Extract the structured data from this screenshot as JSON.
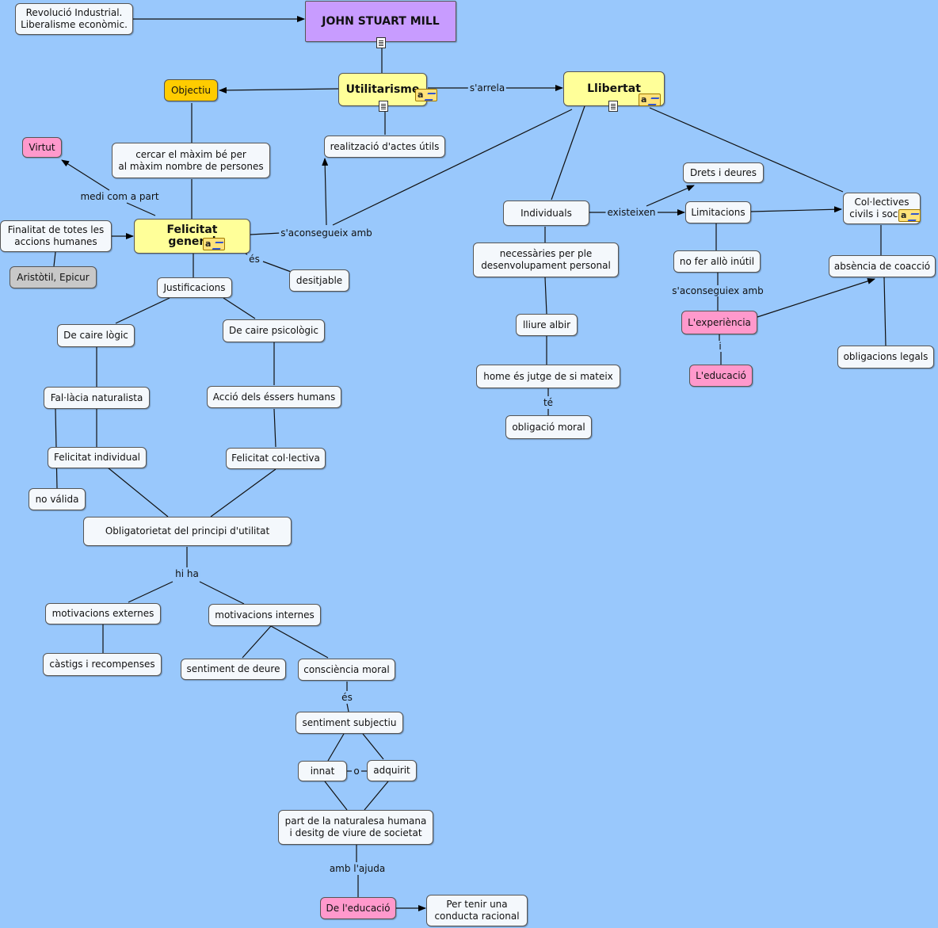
{
  "diagram": {
    "nodes": {
      "revolucio": "Revolució Industrial.\nLiberalisme econòmic.",
      "mill": "JOHN STUART MILL",
      "utilitarisme": "Utilitarisme",
      "objectiu": "Objectiu",
      "llibertat": "Llibertat",
      "virtut": "Virtut",
      "cercar": "cercar el màxim bé per\nal màxim nombre de persones",
      "realitzacio": "realització d'actes útils",
      "finalitat": "Finalitat de totes les\naccions humanes",
      "felicitat": "Felicitat\ngeneral",
      "aristotil": "Aristòtil, Epicur",
      "justificacions": "Justificacions",
      "desitjable": "desitjable",
      "caire_logic": "De caire lògic",
      "caire_psicologic": "De caire psicològic",
      "falacia": "Fal·làcia naturalista",
      "accio": "Acció dels éssers humans",
      "felicitat_individual": "Felicitat individual",
      "felicitat_collectiva": "Felicitat col·lectiva",
      "no_valida": "no válida",
      "obligatorietat": "Obligatorietat del principi d'utilitat",
      "motivacions_externes": "motivacions externes",
      "motivacions_internes": "motivacions internes",
      "castigs": "càstigs i recompenses",
      "sentiment_deure": "sentiment de deure",
      "consciencia": "consciència moral",
      "sentiment_subjectiu": "sentiment subjectiu",
      "innat": "innat",
      "adquirit": "adquirit",
      "naturalesa": "part de la naturalesa humana\ni desitg de viure de societat",
      "de_educacio": "De l'educació",
      "conducta": "Per tenir una\nconducta racional",
      "individuals": "Individuals",
      "necessaries": "necessàries per ple\ndesenvolupament personal",
      "lliure": "lliure albir",
      "home": "home és jutge de si mateix",
      "obligacio": "obligació moral",
      "drets": "Drets i deures",
      "limitacions": "Limitacions",
      "collectives": "Col·lectives\ncivils i socials",
      "no_fer": "no fer allò inútil",
      "experiencia": "L'experiència",
      "educacio": "L'educació",
      "absencia": "absència de coacció",
      "obligacions": "obligacions legals"
    },
    "labels": {
      "sarrela": "s'arrela",
      "medi": "medi com a part",
      "saconsegueix": "s'aconsegueix amb",
      "es1": "és",
      "hiha": "hi ha",
      "es2": "és",
      "o": "o",
      "amb_ajuda": "amb l'ajuda",
      "existeixen": "existeixen",
      "te": "té",
      "saconseguiex": "s'aconseguiex amb",
      "i": "i"
    },
    "colors": {
      "background": "#99c8fc",
      "title": "#c89cff",
      "main_concept": "#ffff99",
      "objective": "#ffcc00",
      "highlight": "#ff99cc",
      "reference": "#c8c8c8",
      "node": "#f4f8fc"
    },
    "icons": [
      "document-icon",
      "note-icon"
    ]
  }
}
